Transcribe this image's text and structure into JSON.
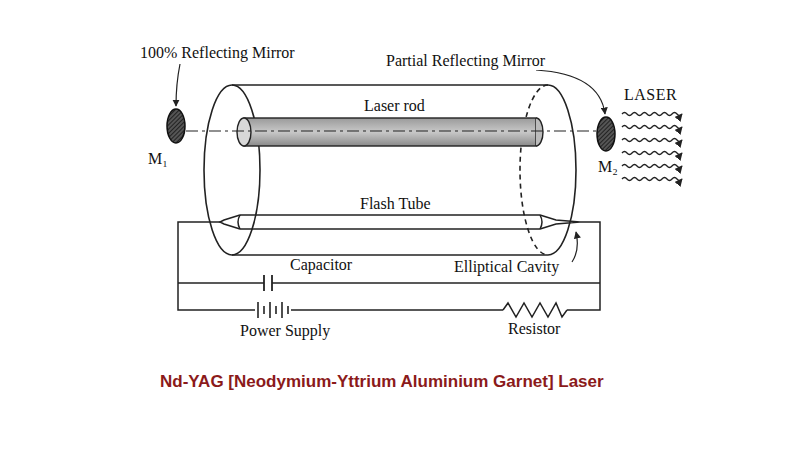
{
  "diagram": {
    "caption": "Nd-YAG [Neodymium-Yttrium Aluminium Garnet] Laser",
    "labels": [
      "100% Reflecting Mirror",
      "Partial Reflecting Mirror",
      "LASER",
      "Laser rod",
      "M₁",
      "M₂",
      "Flash Tube",
      "Capacitor",
      "Elliptical Cavity",
      "Power Supply",
      "Resistor"
    ]
  }
}
